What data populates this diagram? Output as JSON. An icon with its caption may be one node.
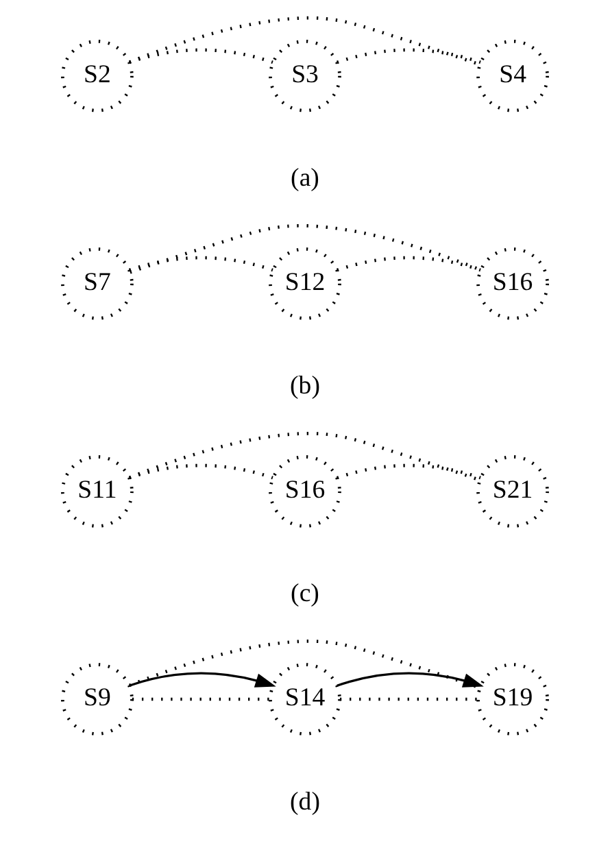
{
  "diagram": {
    "nodes": [
      {
        "text": [
          "S2"
        ]
      },
      {
        "text": [
          "S3"
        ]
      },
      {
        "text": [
          "S4"
        ]
      },
      {
        "text": [
          "S7"
        ]
      },
      {
        "text": [
          "S12"
        ]
      },
      {
        "text": [
          "S16"
        ]
      },
      {
        "text": [
          "S11"
        ]
      },
      {
        "text": [
          "S16"
        ]
      },
      {
        "text": [
          "S21"
        ]
      },
      {
        "text": [
          "S9"
        ]
      },
      {
        "text": [
          "S14"
        ]
      },
      {
        "text": [
          "S19"
        ]
      }
    ],
    "edges": [
      {
        "from": 0,
        "to": 1,
        "arrow": "none",
        "style": "dashed"
      },
      {
        "from": 1,
        "to": 2,
        "arrow": "none",
        "style": "dashed"
      },
      {
        "from": 0,
        "to": 2,
        "arrow": "none",
        "style": "dashed"
      },
      {
        "from": 3,
        "to": 4,
        "arrow": "none",
        "style": "dashed"
      },
      {
        "from": 4,
        "to": 5,
        "arrow": "none",
        "style": "dashed"
      },
      {
        "from": 3,
        "to": 5,
        "arrow": "none",
        "style": "dashed"
      },
      {
        "from": 6,
        "to": 7,
        "arrow": "none",
        "style": "dashed"
      },
      {
        "from": 7,
        "to": 8,
        "arrow": "none",
        "style": "dashed"
      },
      {
        "from": 6,
        "to": 8,
        "arrow": "none",
        "style": "dashed"
      },
      {
        "from": 9,
        "to": 10,
        "arrow": "none",
        "style": "dashed"
      },
      {
        "from": 9,
        "to": 10,
        "arrow": "to"
      },
      {
        "from": 10,
        "to": 11,
        "arrow": "none",
        "style": "dashed"
      },
      {
        "from": 10,
        "to": 11,
        "arrow": "to"
      },
      {
        "from": 9,
        "to": 11,
        "arrow": "none",
        "style": "dashed"
      }
    ],
    "labels": [
      "(a)",
      "(b)",
      "(c)",
      "(d)"
    ]
  }
}
